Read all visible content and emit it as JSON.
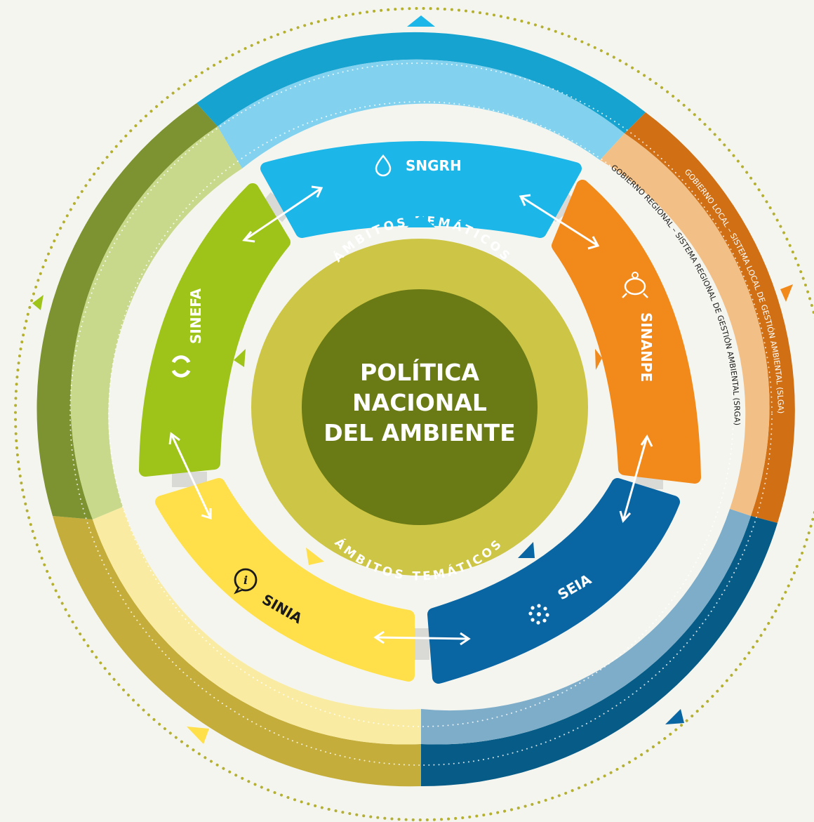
{
  "center": {
    "line1": "POLÍTICA",
    "line2": "NACIONAL",
    "line3": "DEL AMBIENTE"
  },
  "ambitos_top": "ÁMBITOS TEMÁTICOS",
  "ambitos_bottom": "ÁMBITOS TEMÁTICOS",
  "systems": {
    "sngrh": "SNGRH",
    "sinanpe": "SINANPE",
    "seia": "SEIA",
    "sinia": "SINIA",
    "sinefa": "SINEFA"
  },
  "ring_labels": {
    "regional": "GOBIERNO REGIONAL – SISTEMA REGIONAL DE GESTIÓN AMBIENTAL (SRGA)",
    "local": "GOBIERNO LOCAL – SISTEMA LOCAL DE GESTIÓN AMBIENTAL (SLGA)"
  },
  "colors": {
    "background": "#f5f5f0",
    "center_dark": "#6a7a15",
    "center_ring": "#cdc545",
    "sngrh": "#1cb6e8",
    "sinanpe": "#f28a1b",
    "seia": "#0a66a3",
    "sinia": "#ffe04a",
    "sinefa": "#9ec41a"
  }
}
